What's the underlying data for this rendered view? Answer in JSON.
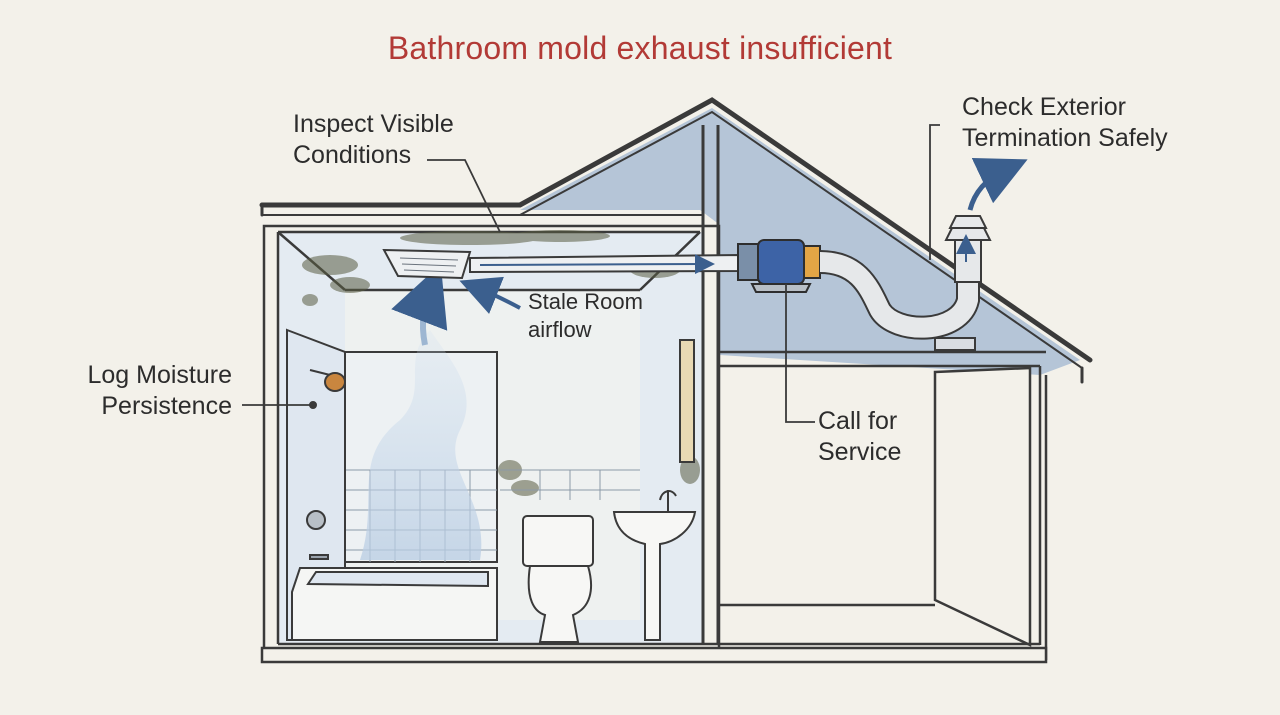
{
  "title": "Bathroom mold exhaust insufficient",
  "labels": {
    "inspect": [
      "Inspect Visible",
      "Conditions"
    ],
    "check_exterior": [
      "Check Exterior",
      "Termination Safely"
    ],
    "stale_room": [
      "Stale Room",
      "airflow"
    ],
    "log_moisture": [
      "Log Moisture",
      "Persistence"
    ],
    "call_service": [
      "Call for",
      "Service"
    ]
  },
  "colors": {
    "title": "#b23a36",
    "line": "#3a3a3a",
    "background": "#f3f1ea",
    "wall_fill": "#dfe7f0",
    "attic_fill": "#a9bdd4",
    "arrow_blue": "#3b5f8e",
    "fan_blue": "#3d63a6",
    "mold": "#5a5d43"
  }
}
